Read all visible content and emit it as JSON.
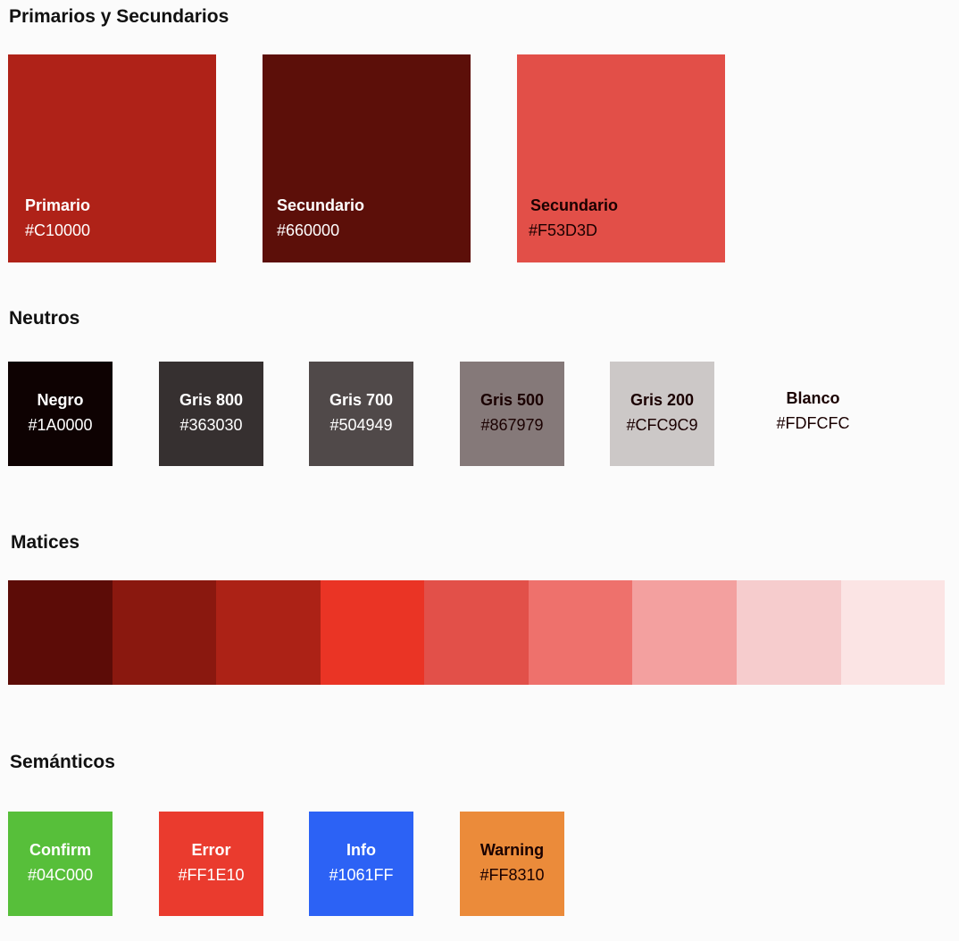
{
  "sections": {
    "primary_title": "Primarios y Secundarios",
    "neutral_title": "Neutros",
    "shades_title": "Matices",
    "semantic_title": "Semánticos"
  },
  "primary": [
    {
      "name": "Primario",
      "hex": "#C10000",
      "swatch_color": "#AF2218",
      "text_color": "#FFFFFF"
    },
    {
      "name": "Secundario",
      "hex": "#660000",
      "swatch_color": "#5C0F09",
      "text_color": "#FFFFFF"
    },
    {
      "name": "Secundario",
      "hex": "#F53D3D",
      "swatch_color": "#E24F48",
      "text_color": "#1A0000"
    }
  ],
  "neutral": [
    {
      "name": "Negro",
      "hex": "#1A0000",
      "swatch_color": "#0E0202",
      "text_color": "#FFFFFF"
    },
    {
      "name": "Gris 800",
      "hex": "#363030",
      "swatch_color": "#363030",
      "text_color": "#FFFFFF"
    },
    {
      "name": "Gris 700",
      "hex": "#504949",
      "swatch_color": "#504949",
      "text_color": "#FFFFFF"
    },
    {
      "name": "Gris 500",
      "hex": "#867979",
      "swatch_color": "#857979",
      "text_color": "#1A0000"
    },
    {
      "name": "Gris 200",
      "hex": "#CFC9C9",
      "swatch_color": "#CCC8C7",
      "text_color": "#1A0000"
    },
    {
      "name": "Blanco",
      "hex": "#FDFCFC",
      "swatch_color": "#FBFBFB",
      "text_color": "#1A0000"
    }
  ],
  "shades": [
    "#5C0C07",
    "#8A180F",
    "#AC2216",
    "#EA3425",
    "#E25049",
    "#EE716C",
    "#F3A09F",
    "#F6CCCD",
    "#FBE4E4"
  ],
  "semantic": [
    {
      "name": "Confirm",
      "hex": "#04C000",
      "swatch_color": "#57BF3A",
      "text_color": "#FFFFFF"
    },
    {
      "name": "Error",
      "hex": "#FF1E10",
      "swatch_color": "#EA3B2E",
      "text_color": "#FFFFFF"
    },
    {
      "name": "Info",
      "hex": "#1061FF",
      "swatch_color": "#2C62F5",
      "text_color": "#FFFFFF"
    },
    {
      "name": "Warning",
      "hex": "#FF8310",
      "swatch_color": "#EB8B3A",
      "text_color": "#1A0000"
    }
  ]
}
